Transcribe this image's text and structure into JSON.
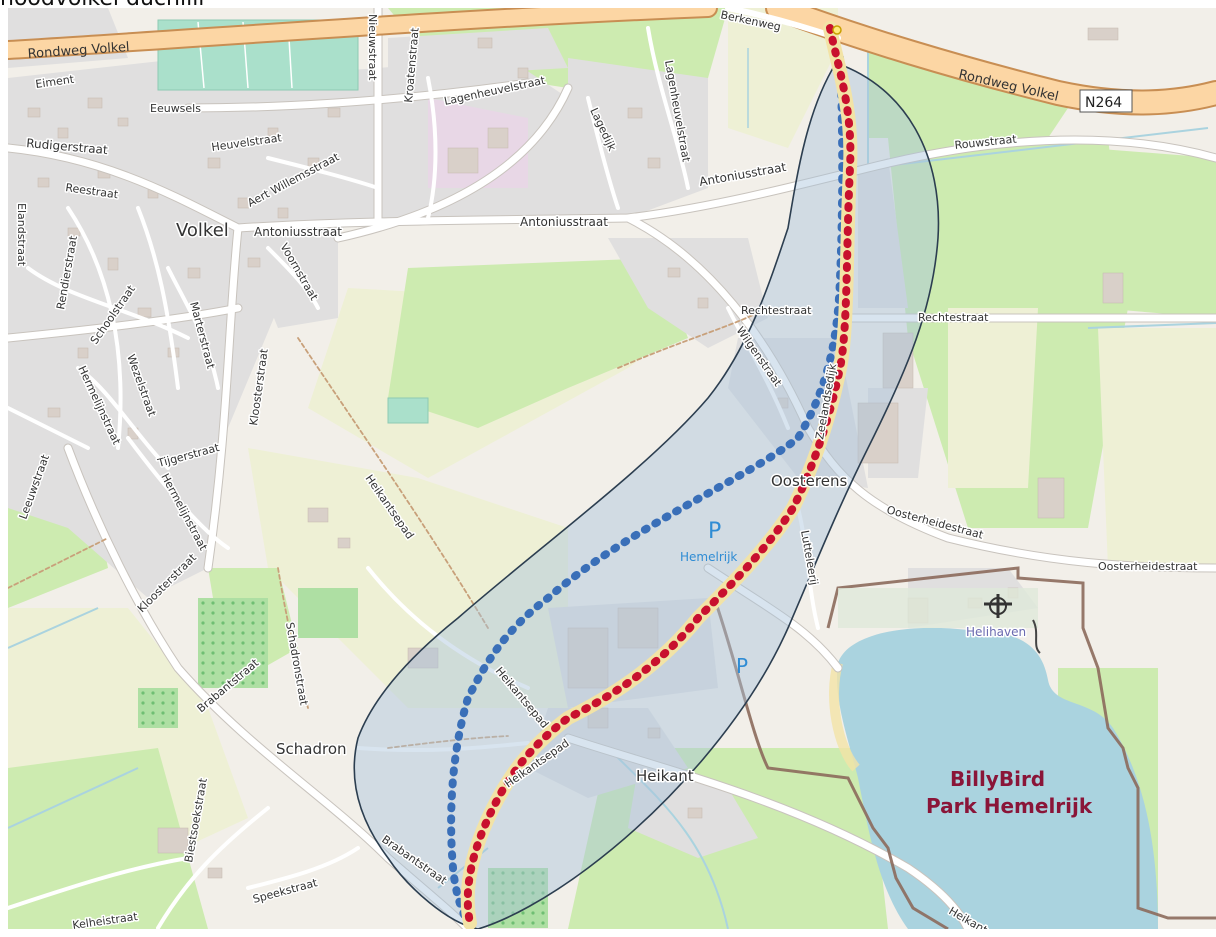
{
  "caption": "noodvolkel duchiiii",
  "colors": {
    "land": "#f2efe9",
    "residential": "#e0dfdf",
    "grass": "#cdebb0",
    "farmland": "#eef0d5",
    "sports": "#aae0cb",
    "water": "#aad3df",
    "trunk": "#fcd6a4",
    "trunk_edge": "#c88e53",
    "route_red": "#c8102e",
    "route_blue": "#3a6fb8",
    "zone_fill": "#a9c4dc",
    "zone_edge": "#2c3e50",
    "park_border": "#8c6a5c",
    "park_label": "#8a1538",
    "parking": "#2f8cd4"
  },
  "places": {
    "volkel": "Volkel",
    "oosterens": "Oosterens",
    "schadron": "Schadron",
    "heikant": "Heikant",
    "hemelrijk": "Hemelrijk",
    "helihaven": "Helihaven"
  },
  "park": {
    "line1": "BillyBird",
    "line2": "Park Hemelrijk"
  },
  "parking_symbol": "P",
  "road_ref": "N264",
  "streets": {
    "rondweg_volkel_west": "Rondweg Volkel",
    "rondweg_volkel_east": "Rondweg Volkel",
    "eiment": "Eiment",
    "eeuwsels": "Eeuwsels",
    "nieuwstraat": "Nieuwstraat",
    "lagenheuvelstraat": "Lagenheuvelstraat",
    "lagenheuvelstraat_n": "Lagenheuvelstraat",
    "heuvelstraat": "Heuvelstraat",
    "kroatenstraat": "Kroatenstraat",
    "lagedijk": "Lagedijk",
    "berkenweg": "Berkenweg",
    "rudigerstraat": "Rudigerstraat",
    "aert_willemsstraat": "Aert Willemsstraat",
    "antoniusstraat_w": "Antoniusstraat",
    "antoniusstraat_m": "Antoniusstraat",
    "antoniusstraat_e": "Antoniusstraat",
    "rouwstraat": "Rouwstraat",
    "reestraat": "Reestraat",
    "elandstraat": "Elandstraat",
    "rendierstraat": "Rendierstraat",
    "voornstraat": "Voornstraat",
    "schoolstraat": "Schoolstraat",
    "marterstraat": "Marterstraat",
    "wezelstraat": "Wezelstraat",
    "hermelijnstraat": "Hermelijnstraat",
    "hermelijnstraat_2": "Hermelijnstraat",
    "tijgerstraat": "Tijgerstraat",
    "kloosterstraat_n": "Kloosterstraat",
    "kloosterstraat_s": "Kloosterstraat",
    "leeuwstraat": "Leeuwstraat",
    "rechtestraat_w": "Rechtestraat",
    "rechtestraat_e": "Rechtestraat",
    "wilgenstraat": "Wilgenstraat",
    "zeelandsedijk": "Zeelandsedijk",
    "oosterheidestraat_w": "Oosterheidestraat",
    "oosterheidestraat_e": "Oosterheidestraat",
    "lutteleerij": "Lutteleerij",
    "heikantsepad_n": "Heikantsepad",
    "heikantsepad_s": "Heikantsepad",
    "heikantsepad_s2": "Heikantsepad",
    "schadronstraat": "Schadronstraat",
    "brabantstraat_w": "Brabantstraat",
    "brabantstraat_s": "Brabantstraat",
    "biestsoekstraat": "Biestsoekstraat",
    "speekstraat": "Speekstraat",
    "kelheistraat": "Kelheistraat",
    "heikant_road": "Heikant"
  }
}
